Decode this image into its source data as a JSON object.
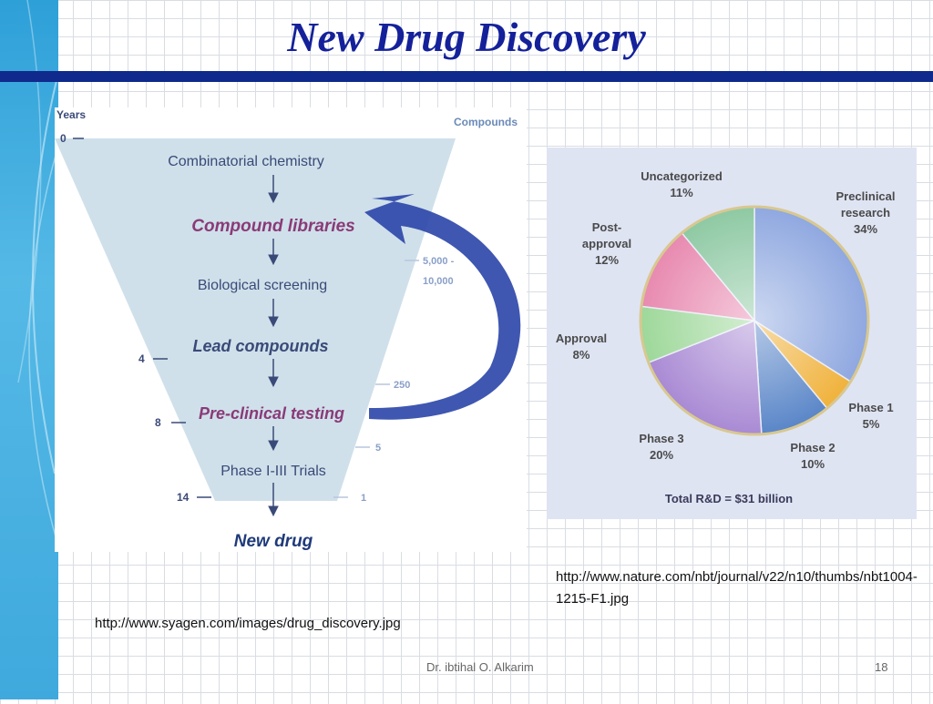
{
  "slide": {
    "title": "New Drug Discovery",
    "footer_author": "Dr. ibtihal O. Alkarim",
    "page_number": "18"
  },
  "funnel": {
    "years_label": "Years",
    "compounds_label": "Compounds",
    "steps": [
      "Combinatorial chemistry",
      "Compound libraries",
      "Biological screening",
      "Lead compounds",
      "Pre-clinical testing",
      "Phase I-III Trials",
      "New drug"
    ],
    "years_ticks": [
      "0",
      "4",
      "8",
      "14"
    ],
    "compound_ticks": [
      "5,000 -",
      "10,000",
      "250",
      "5",
      "1"
    ],
    "colors": {
      "funnel": "#cfe0ea",
      "highlight": "#8a3a78",
      "arrow": "#2a45a8",
      "text": "#3a4a78"
    }
  },
  "pie": {
    "slices": [
      {
        "label": "Preclinical",
        "label2": "research",
        "percent_label": "34%",
        "value": 34,
        "color": "#8fa8e0"
      },
      {
        "label": "Phase 1",
        "percent_label": "5%",
        "value": 5,
        "color": "#f0b23c"
      },
      {
        "label": "Phase 2",
        "percent_label": "10%",
        "value": 10,
        "color": "#5a86c8"
      },
      {
        "label": "Phase 3",
        "percent_label": "20%",
        "value": 20,
        "color": "#a98ad4"
      },
      {
        "label": "Approval",
        "percent_label": "8%",
        "value": 8,
        "color": "#9ed89a"
      },
      {
        "label": "Post-",
        "label2": "approval",
        "percent_label": "12%",
        "value": 12,
        "color": "#e88ab0"
      },
      {
        "label": "Uncategorized",
        "percent_label": "11%",
        "value": 11,
        "color": "#8ec9a3"
      }
    ],
    "total_label": "Total R&D = $31 billion"
  },
  "sources": {
    "right_url": "http://www.nature.com/nbt/journal/v22/n10/thumbs/nbt1004-1215-F1.jpg",
    "left_url": "http://www.syagen.com/images/drug_discovery.jpg"
  }
}
